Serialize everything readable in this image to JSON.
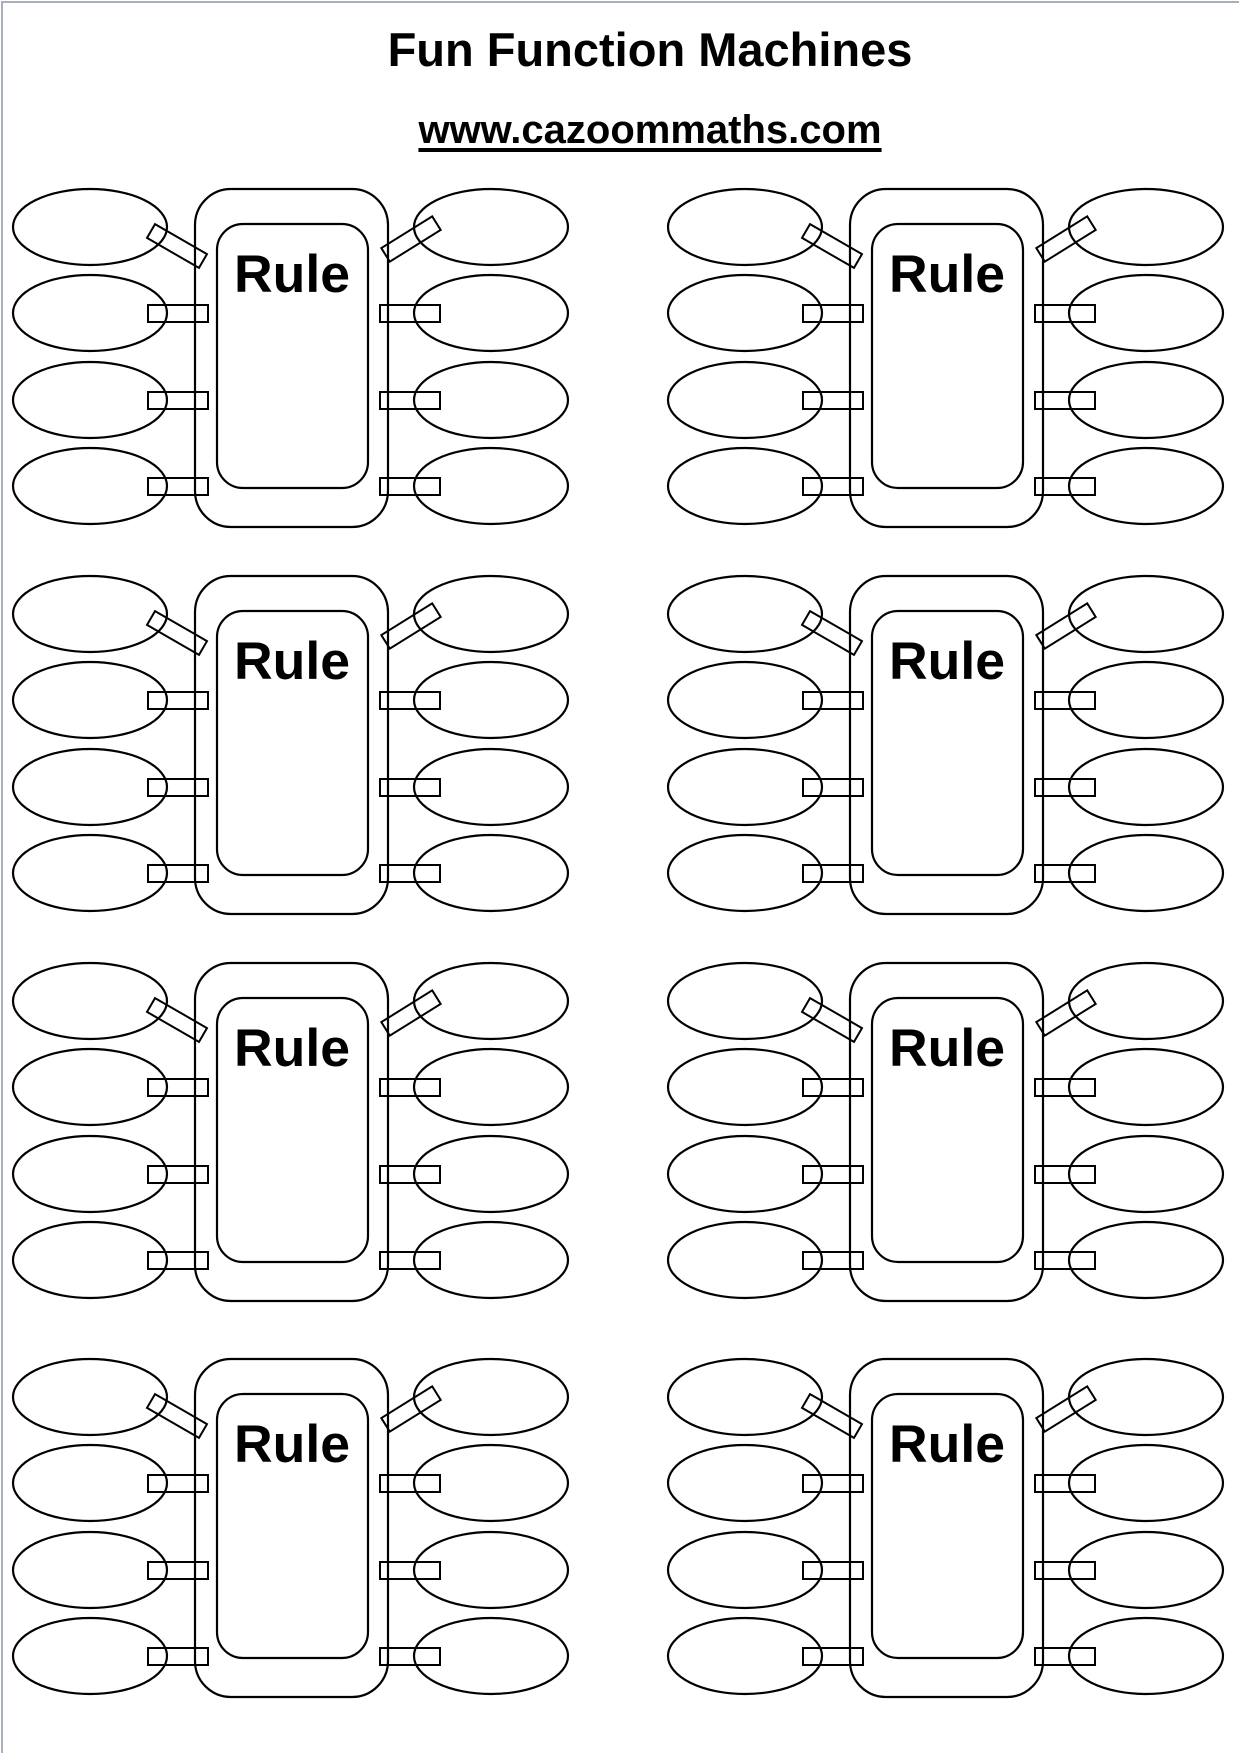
{
  "header": {
    "title": "Fun Function Machines",
    "website": "www.cazoommaths.com"
  },
  "colors": {
    "ink": "#000000",
    "paper": "#ffffff",
    "page_edge": "#a9afbb"
  },
  "machines": [
    {
      "label": "Rule",
      "inputs": [
        "",
        "",
        "",
        ""
      ],
      "outputs": [
        "",
        "",
        "",
        ""
      ]
    },
    {
      "label": "Rule",
      "inputs": [
        "",
        "",
        "",
        ""
      ],
      "outputs": [
        "",
        "",
        "",
        ""
      ]
    },
    {
      "label": "Rule",
      "inputs": [
        "",
        "",
        "",
        ""
      ],
      "outputs": [
        "",
        "",
        "",
        ""
      ]
    },
    {
      "label": "Rule",
      "inputs": [
        "",
        "",
        "",
        ""
      ],
      "outputs": [
        "",
        "",
        "",
        ""
      ]
    },
    {
      "label": "Rule",
      "inputs": [
        "",
        "",
        "",
        ""
      ],
      "outputs": [
        "",
        "",
        "",
        ""
      ]
    },
    {
      "label": "Rule",
      "inputs": [
        "",
        "",
        "",
        ""
      ],
      "outputs": [
        "",
        "",
        "",
        ""
      ]
    },
    {
      "label": "Rule",
      "inputs": [
        "",
        "",
        "",
        ""
      ],
      "outputs": [
        "",
        "",
        "",
        ""
      ]
    },
    {
      "label": "Rule",
      "inputs": [
        "",
        "",
        "",
        ""
      ],
      "outputs": [
        "",
        "",
        "",
        ""
      ]
    }
  ]
}
